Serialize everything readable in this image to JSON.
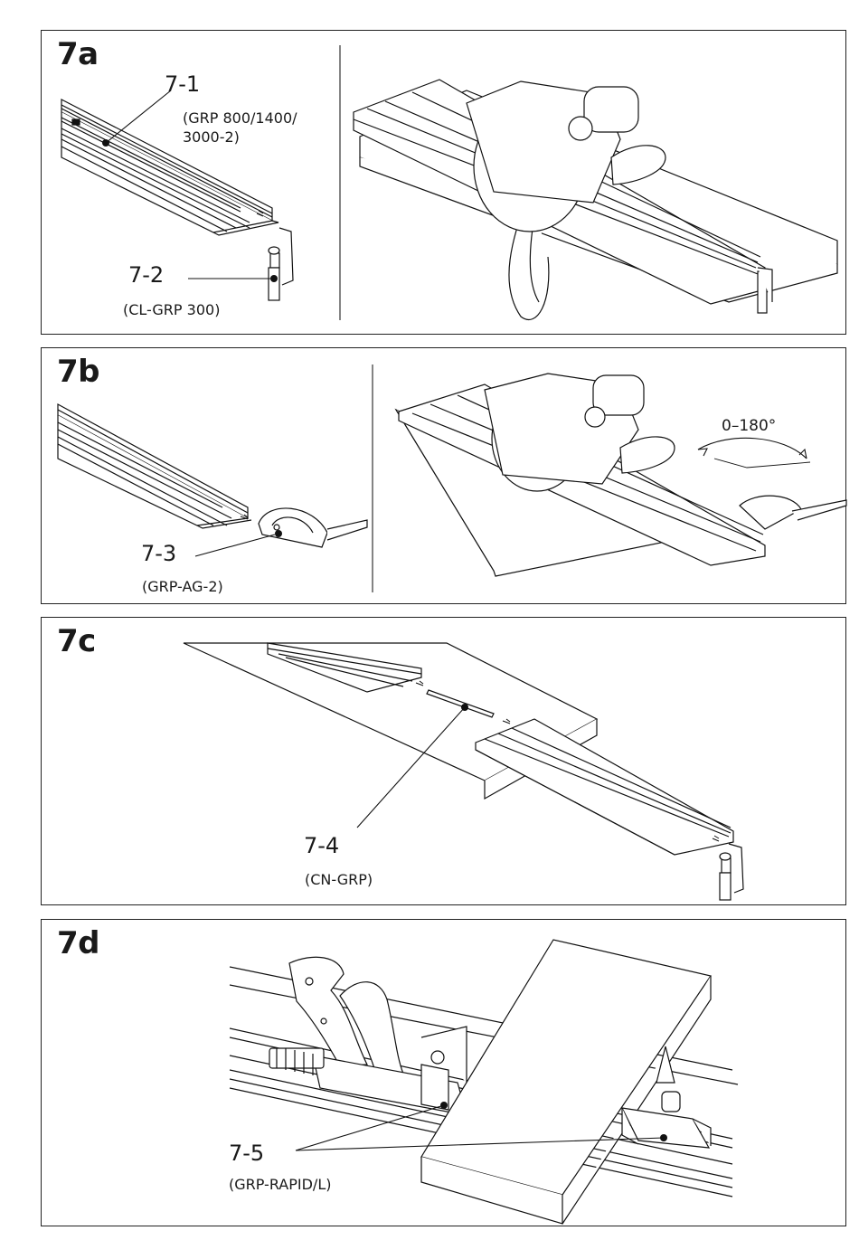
{
  "panels": [
    {
      "label": "7a",
      "callouts": [
        {
          "number": "7-1",
          "part": "(GRP 800/1400/\n3000-2)"
        },
        {
          "number": "7-2",
          "part": "(CL-GRP 300)"
        }
      ]
    },
    {
      "label": "7b",
      "callouts": [
        {
          "number": "7-3",
          "part": "(GRP-AG-2)"
        }
      ],
      "angle_text": "0–180°"
    },
    {
      "label": "7c",
      "callouts": [
        {
          "number": "7-4",
          "part": "(CN-GRP)"
        }
      ]
    },
    {
      "label": "7d",
      "callouts": [
        {
          "number": "7-5",
          "part": "(GRP-RAPID/L)"
        }
      ]
    }
  ]
}
